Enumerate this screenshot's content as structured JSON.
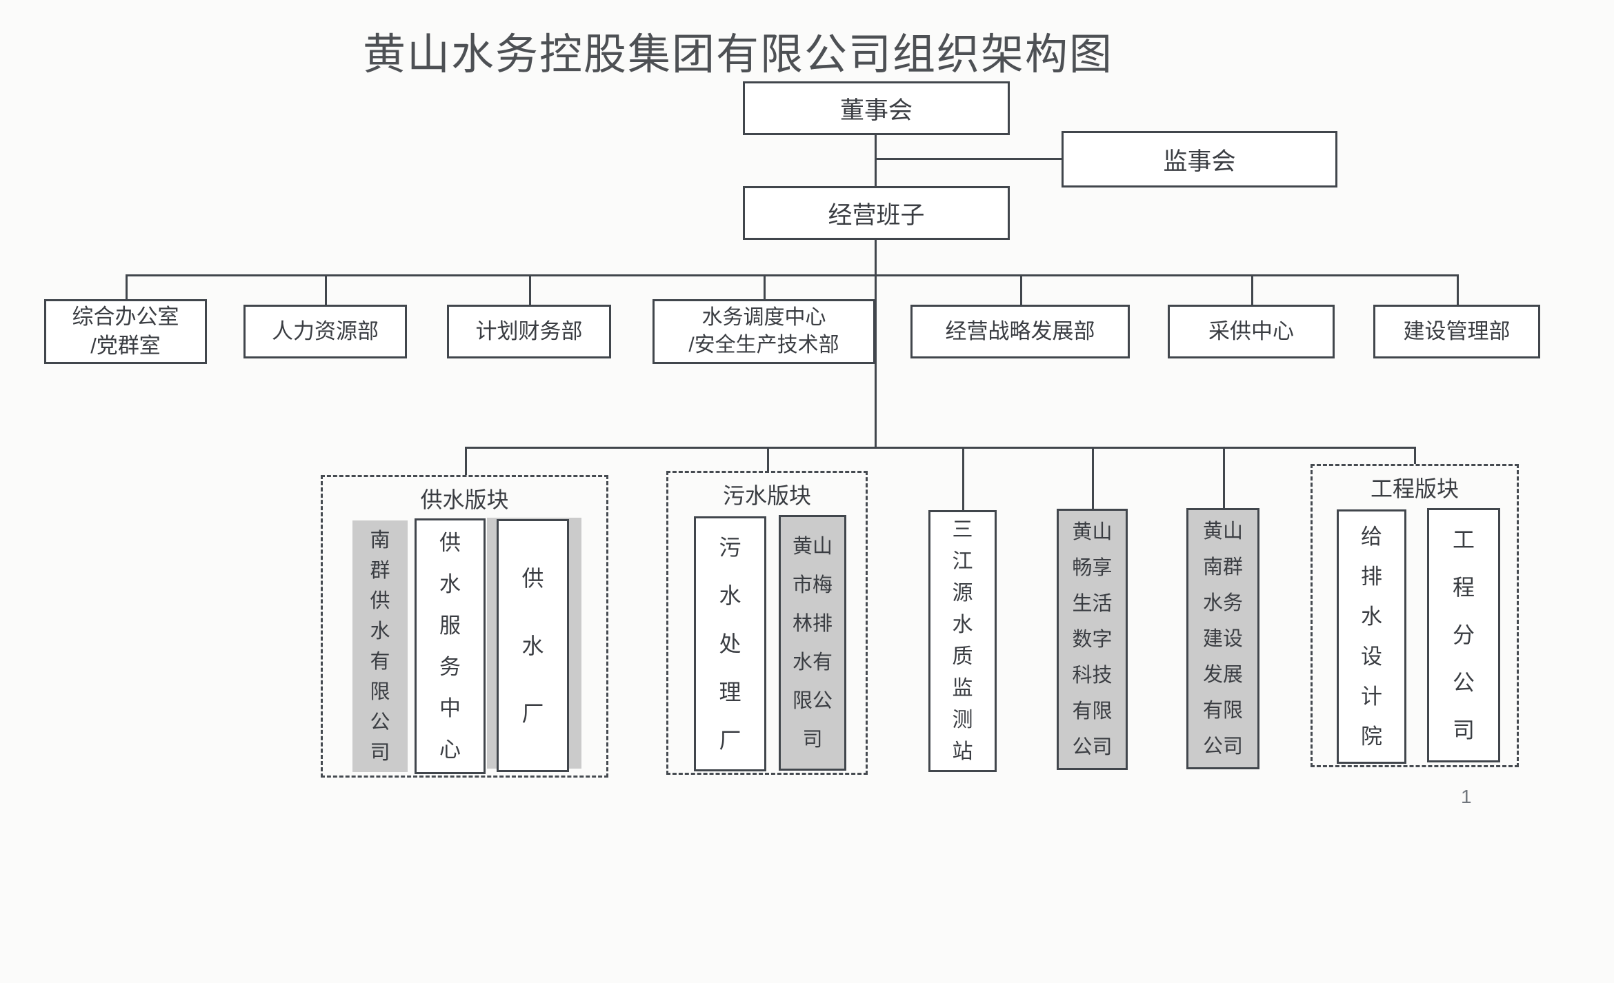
{
  "title": "黄山水务控股集团有限公司组织架构图",
  "page_number": "1",
  "governance": {
    "board": "董事会",
    "supervisory_board": "监事会",
    "management_team": "经营班子"
  },
  "departments": [
    "综合办公室\n/党群室",
    "人力资源部",
    "计划财务部",
    "水务调度中心\n/安全生产技术部",
    "经营战略发展部",
    "采供中心",
    "建设管理部"
  ],
  "blocks": {
    "water_supply": {
      "label": "供水版块",
      "units": {
        "nanqun_water": "南群供水有限公司",
        "service_center": "供水服务中心",
        "water_plant": "供水厂"
      }
    },
    "sewage": {
      "label": "污水版块",
      "units": {
        "sewage_plant": "污水处理厂",
        "meilin_drainage": "黄山市梅林排水有限公司"
      }
    },
    "engineering": {
      "label": "工程版块",
      "units": {
        "design_institute": "给排水设计院",
        "engineering_branch": "工程分公司"
      }
    }
  },
  "direct_units": {
    "sanjiangyuan_station": "三江源水质监测站",
    "changxiang_digital": "黄山畅享生活数字科技有限公司",
    "nanqun_construction": "黄山南群水务建设发展有限公司"
  },
  "colors": {
    "line": "#41464c",
    "gray_fill": "#cbcbcb",
    "text": "#3a3d42",
    "background": "#fbfbfa"
  }
}
